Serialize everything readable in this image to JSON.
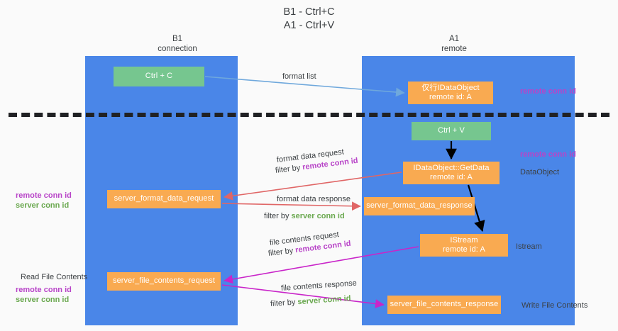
{
  "title": "B1 - Ctrl+C\nA1 - Ctrl+V",
  "columns": {
    "left": "B1\nconnection",
    "right": "A1\nremote"
  },
  "nodes": {
    "ctrl_c": "Ctrl + C",
    "idataobject": "仅行IDataObject\nremote id: A",
    "ctrl_v": "Ctrl + V",
    "getdata": "IDataObject::GetData\nremote id: A",
    "server_format_data_request": "server_format_data_request",
    "server_format_data_response": "server_format_data_response",
    "istream": "IStream\nremote id: A",
    "server_file_contents_request": "server_file_contents_request",
    "server_file_contents_response": "server_file_contents_response"
  },
  "side_labels": {
    "remote_conn_id_top": "remote conn id",
    "remote_conn_id_mid": "remote conn id",
    "dataobject": "DataObject",
    "istream": "Istream",
    "write_file_contents": "Write File Contents"
  },
  "left_labels": {
    "remote_conn_id_mid": "remote conn id",
    "server_conn_id_mid": "server conn id",
    "read_file_contents": "Read File Contents",
    "remote_conn_id_bottom": "remote conn id",
    "server_conn_id_bottom": "server conn id"
  },
  "edge_labels": {
    "format_list": "format list",
    "format_data_request": "format data request",
    "filter_by_remote_conn_id_1_prefix": "filter by ",
    "filter_by_remote_conn_id_1_value": "remote conn id",
    "format_data_response": "format data response",
    "filter_by_server_conn_id_1_prefix": "filter by ",
    "filter_by_server_conn_id_1_value": "server conn id",
    "file_contents_request": "file contents request",
    "filter_by_remote_conn_id_2_prefix": "filter by ",
    "filter_by_remote_conn_id_2_value": "remote conn id",
    "file_contents_response": "file contents response",
    "filter_by_server_conn_id_2_prefix": "filter by ",
    "filter_by_server_conn_id_2_value": "server conn id"
  },
  "colors": {
    "lane": "#4a86e8",
    "green_node": "#76c68f",
    "orange_node": "#f9aa51",
    "purple_text": "#b844c8",
    "green_text": "#6aa84f",
    "blue_arrow": "#6fa8dc",
    "red_arrow": "#e06666",
    "magenta_arrow": "#c925c9",
    "black_arrow": "#000000",
    "background": "#fafafa"
  }
}
